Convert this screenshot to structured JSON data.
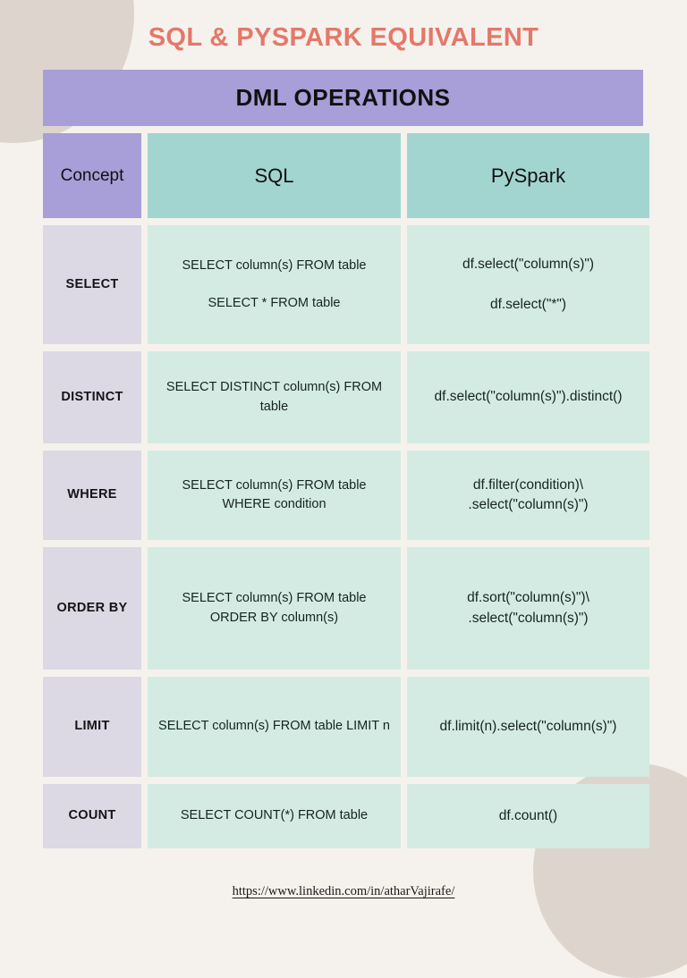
{
  "page": {
    "title": "SQL & PYSPARK EQUIVALENT",
    "banner": "DML OPERATIONS",
    "footer_link": "https://www.linkedin.com/in/atharVajirafe/"
  },
  "colors": {
    "background": "#f5f2ed",
    "title": "#e4786a",
    "banner_purple": "#a89ed8",
    "header_teal": "#a3d5d0",
    "cell_mint": "#d4ebe3",
    "cell_lavender": "#dcd9e5",
    "blob_beige": "#ddd5cd",
    "text": "#111111"
  },
  "table": {
    "columns": [
      "Concept",
      "SQL",
      "PySpark"
    ],
    "rows": [
      {
        "concept": "SELECT",
        "sql": "SELECT column(s) FROM table\n\nSELECT * FROM table",
        "pyspark": "df.select(\"column(s)\")\n\ndf.select(\"*\")"
      },
      {
        "concept": "DISTINCT",
        "sql": "SELECT DISTINCT column(s) FROM\ntable",
        "pyspark": "df.select(\"column(s)\").distinct()"
      },
      {
        "concept": "WHERE",
        "sql": "SELECT column(s) FROM table\nWHERE condition",
        "pyspark": "df.filter(condition)\\\n.select(\"column(s)\")"
      },
      {
        "concept": "ORDER BY",
        "sql": "SELECT column(s) FROM table\nORDER BY column(s)",
        "pyspark": "df.sort(\"column(s)\")\\\n.select(\"column(s)\")"
      },
      {
        "concept": "LIMIT",
        "sql": "SELECT column(s) FROM table LIMIT n",
        "pyspark": "df.limit(n).select(\"column(s)\")"
      },
      {
        "concept": "COUNT",
        "sql": "SELECT COUNT(*) FROM table",
        "pyspark": "df.count()"
      }
    ]
  }
}
